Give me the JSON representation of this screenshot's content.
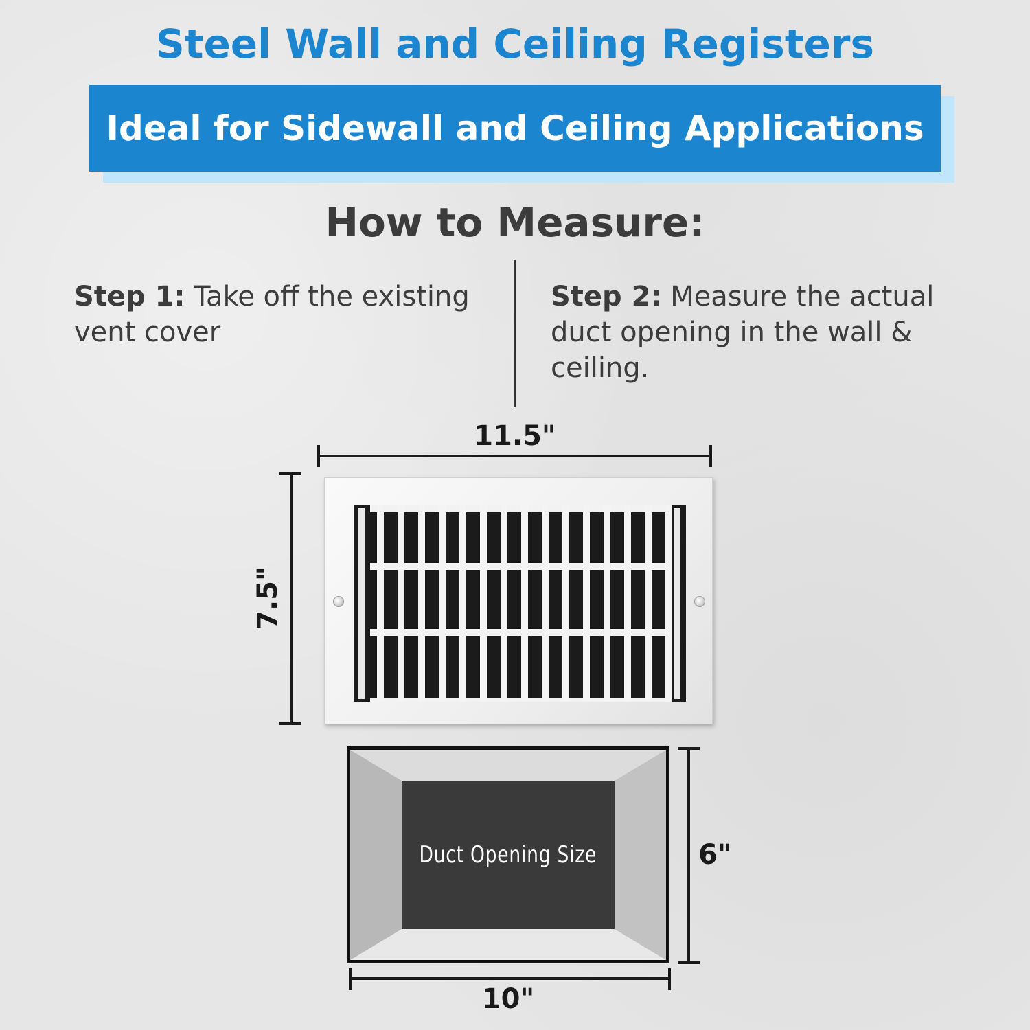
{
  "header": {
    "title": "Steel Wall and Ceiling Registers",
    "banner": "Ideal for Sidewall and Ceiling Applications"
  },
  "measure": {
    "title": "How to Measure:",
    "step1": {
      "label": "Step 1:",
      "text": " Take off the existing vent cover"
    },
    "step2": {
      "label": "Step 2:",
      "text": " Measure the actual duct opening in the wall & ceiling."
    }
  },
  "register": {
    "width_label": "11.5\"",
    "height_label": "7.5\""
  },
  "duct": {
    "label": "Duct Opening Size",
    "height_label": "6\"",
    "width_label": "10\""
  },
  "colors": {
    "accent": "#1b86cf",
    "banner_shadow": "#bfe6fb",
    "text_dark": "#3c3c3c"
  }
}
